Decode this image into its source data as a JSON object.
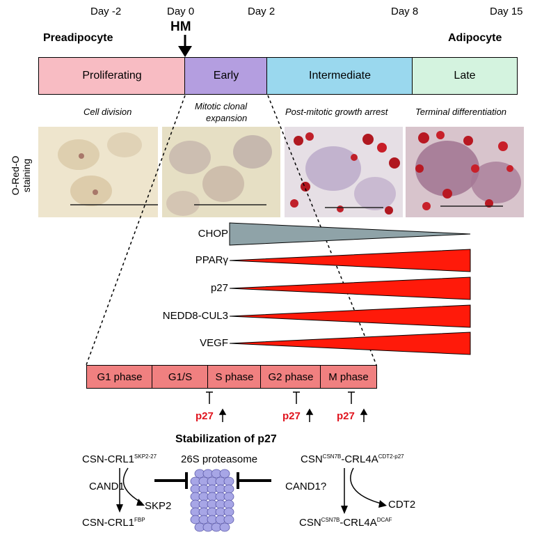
{
  "days": [
    "Day -2",
    "Day 0",
    "Day 2",
    "Day 8",
    "Day 15"
  ],
  "hm_label": "HM",
  "preadipocyte": "Preadipocyte",
  "adipocyte": "Adipocyte",
  "phases": [
    {
      "label": "Proliferating",
      "color": "#f8bcc3"
    },
    {
      "label": "Early",
      "color": "#b49ee0"
    },
    {
      "label": "Intermediate",
      "color": "#9ad8ee"
    },
    {
      "label": "Late",
      "color": "#d4f3df"
    }
  ],
  "stage_captions": {
    "cell_division": "Cell division",
    "mitotic_1": "Mitotic clonal",
    "mitotic_2": "expansion",
    "post_mitotic": "Post-mitotic growth arrest",
    "terminal": "Terminal differentiation"
  },
  "staining_1": "O-Red-O",
  "staining_2": "staining",
  "markers": [
    {
      "label": "CHOP",
      "color": "#8fa3a8",
      "trend": "decreasing"
    },
    {
      "label": "PPARγ",
      "color": "#ff1a0a",
      "trend": "increasing"
    },
    {
      "label": "p27",
      "color": "#ff1a0a",
      "trend": "increasing"
    },
    {
      "label": "NEDD8-CUL3",
      "color": "#ff1a0a",
      "trend": "increasing"
    },
    {
      "label": "VEGF",
      "color": "#ff1a0a",
      "trend": "increasing"
    }
  ],
  "cell_cycle": [
    "G1 phase",
    "G1/S",
    "S phase",
    "G2 phase",
    "M phase"
  ],
  "p27_up": "p27",
  "stabilization_title": "Stabilization of p27",
  "proteasome": "26S proteasome",
  "left_complex": {
    "top": "CSN-CRL1",
    "top_sup": "SKP2-27",
    "cand": "CAND1",
    "product": "SKP2",
    "bottom": "CSN-CRL1",
    "bottom_sup": "FBP"
  },
  "right_complex": {
    "top_a": "CSN",
    "top_a_sup": "CSN7B",
    "top_b": "-CRL4A",
    "top_b_sup": "CDT2-p27",
    "cand": "CAND1?",
    "product": "CDT2",
    "bottom_a": "CSN",
    "bottom_a_sup": "CSN7B",
    "bottom_b": "-CRL4A",
    "bottom_b_sup": "DCAF"
  }
}
